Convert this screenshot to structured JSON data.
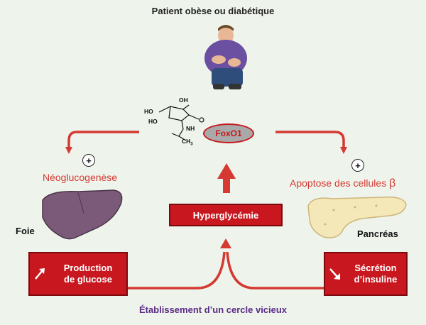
{
  "title": "Patient obèse ou diabétique",
  "foxo1": "FoxO1",
  "molecule": {
    "oh1": "OH",
    "hoho1": "HO",
    "hoho2": "HO",
    "nh": "NH",
    "ch3": "CH",
    "ch3_sub": "3"
  },
  "left": {
    "process": "Néoglucogenèse",
    "organ": "Foie",
    "plus": "+"
  },
  "right": {
    "process": "Apoptose des cellules",
    "beta": "β",
    "organ": "Pancréas",
    "plus": "+"
  },
  "boxes": {
    "hyper": "Hyperglycémie",
    "production_line1": "Production",
    "production_line2": "de glucose",
    "secretion_line1": "Sécrétion",
    "secretion_line2": "d’insuline"
  },
  "footer": "Établissement d’un cercle vicieux",
  "colors": {
    "red": "#c8171e",
    "background": "#eef4ec",
    "purple": "#5a2a86",
    "liver": "#7a5a78",
    "pancreas": "#f4e8b8"
  },
  "icons": {
    "up_arrow": "arrow-up-right-icon",
    "down_arrow": "arrow-down-right-icon"
  }
}
